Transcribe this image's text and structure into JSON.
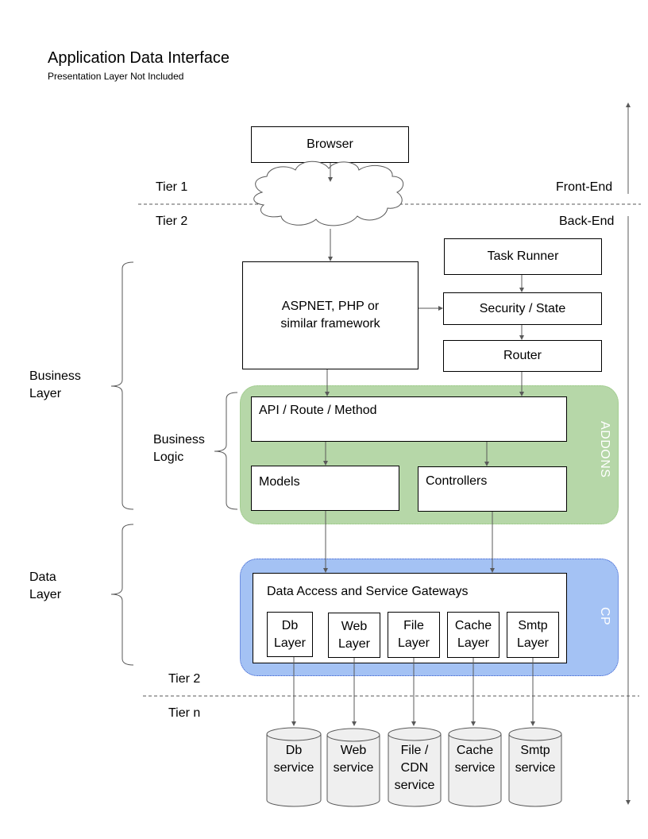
{
  "header": {
    "title": "Application Data Interface",
    "subtitle": "Presentation Layer Not Included"
  },
  "tiers": {
    "tier1": "Tier 1",
    "tier2_top": "Tier 2",
    "tier2_bottom": "Tier 2",
    "tiern": "Tier n"
  },
  "ends": {
    "front": "Front-End",
    "back": "Back-End"
  },
  "braces": {
    "business_layer": [
      "Business",
      "Layer"
    ],
    "business_logic": [
      "Business",
      "Logic"
    ],
    "data_layer": [
      "Data",
      "Layer"
    ]
  },
  "nodes": {
    "browser": "Browser",
    "framework": [
      "ASPNET, PHP or",
      "similar framework"
    ],
    "task_runner": "Task Runner",
    "security_state": "Security / State",
    "router": "Router",
    "api": "API / Route / Method",
    "models": "Models",
    "controllers": "Controllers",
    "gateways": "Data Access and Service Gateways"
  },
  "groups": {
    "addons": "ADDONS",
    "cp": "CP"
  },
  "layers": [
    [
      "Db",
      "Layer"
    ],
    [
      "Web",
      "Layer"
    ],
    [
      "File",
      "Layer"
    ],
    [
      "Cache",
      "Layer"
    ],
    [
      "Smtp",
      "Layer"
    ]
  ],
  "services": [
    [
      "Db",
      "service"
    ],
    [
      "Web",
      "service"
    ],
    [
      "File /",
      "CDN",
      "service"
    ],
    [
      "Cache",
      "service"
    ],
    [
      "Smtp",
      "service"
    ]
  ],
  "colors": {
    "addons_fill": "#b6d7a8",
    "cp_fill": "#a4c2f4",
    "service_fill": "#efefef",
    "connector": "#595959"
  }
}
